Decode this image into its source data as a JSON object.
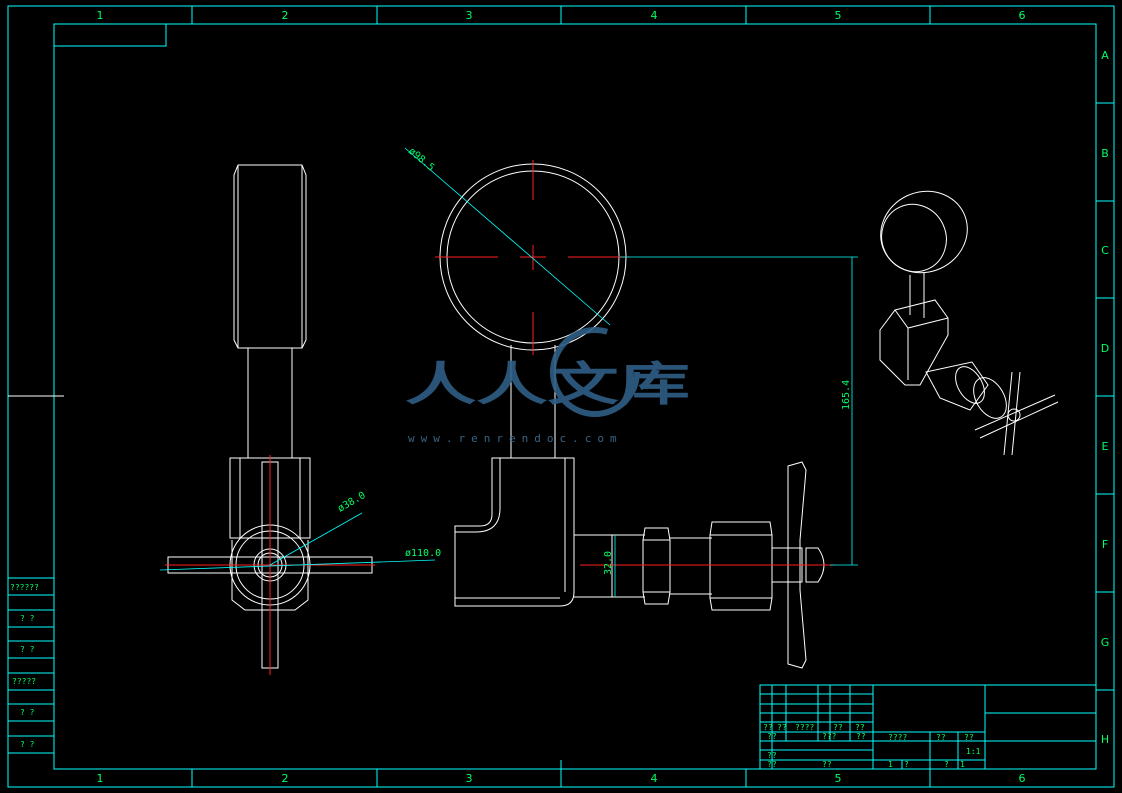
{
  "frame": {
    "top_zones": [
      "1",
      "2",
      "3",
      "4",
      "5",
      "6"
    ],
    "bottom_zones": [
      "1",
      "2",
      "3",
      "4",
      "5",
      "6"
    ],
    "right_zones": [
      "A",
      "B",
      "C",
      "D",
      "E",
      "F",
      "G",
      "H"
    ]
  },
  "dimensions": {
    "gauge_diameter": "ø98.5",
    "height": "165.4",
    "bore": "32.0",
    "handle_small": "ø38.0",
    "handle_large": "ø110.0"
  },
  "left_labels": [
    "??????",
    "? ?",
    "? ?",
    "?????",
    "? ?",
    "? ?"
  ],
  "title_block": {
    "row_labels": [
      "??",
      "??",
      "????",
      "???",
      "??",
      "??"
    ],
    "row2": [
      "??",
      "??"
    ],
    "row3": [
      "??",
      "??",
      "??"
    ],
    "mid": [
      "????",
      "??",
      "??"
    ],
    "scale": "1:1",
    "sheet": [
      "1",
      "?",
      "?",
      "1"
    ]
  },
  "watermark": {
    "chars": "人人文库",
    "url": "www.renrendoc.com"
  },
  "colors": {
    "frame": "#00ffff",
    "text": "#00ff66",
    "centerline": "#ff2020",
    "part": "#ffffff"
  }
}
